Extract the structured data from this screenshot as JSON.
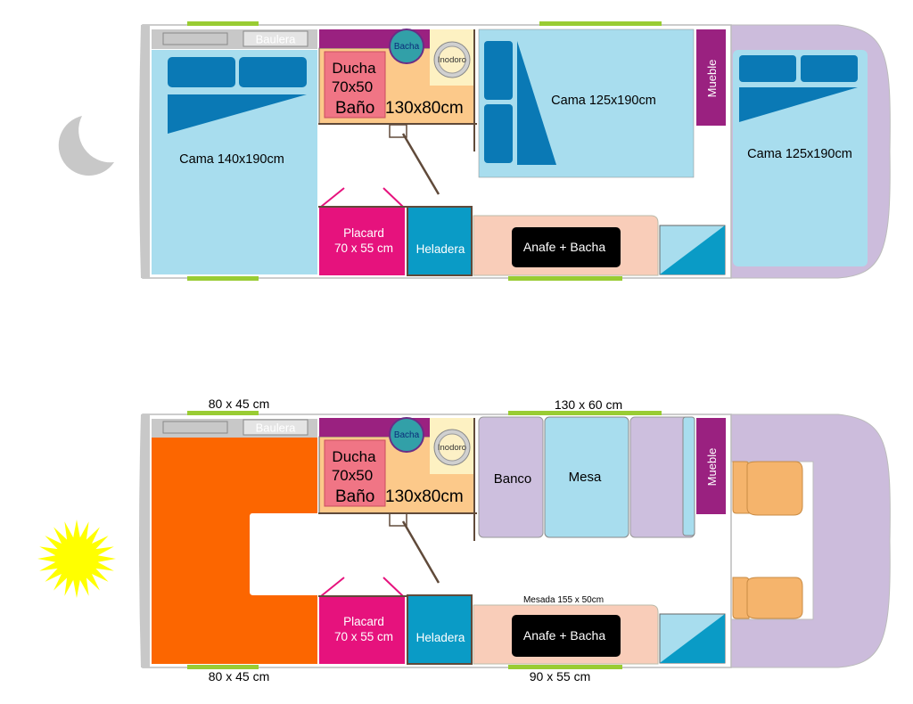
{
  "night_plan": {
    "storage": "Baulera",
    "shower": [
      "Ducha",
      "70x50"
    ],
    "bathroom_label": "Baño",
    "bathroom_size": "130x80cm",
    "sink": "Bacha",
    "toilet": "Inodoro",
    "rear_bed": "Cama 140x190cm",
    "middle_bed": "Cama 125x190cm",
    "front_bed": "Cama 125x190cm",
    "furniture": "Mueble",
    "closet": [
      "Placard",
      "70 x 55 cm"
    ],
    "fridge": "Heladera",
    "cooktop": "Anafe + Bacha"
  },
  "day_plan": {
    "storage": "Baulera",
    "shower": [
      "Ducha",
      "70x50"
    ],
    "bathroom_label": "Baño",
    "bathroom_size": "130x80cm",
    "sink": "Bacha",
    "toilet": "Inodoro",
    "bench": "Banco",
    "table": "Mesa",
    "furniture": "Mueble",
    "closet": [
      "Placard",
      "70 x 55 cm"
    ],
    "fridge": "Heladera",
    "cooktop": "Anafe + Bacha",
    "counter": "Mesada 155 x 50cm",
    "window_rear_top": "80 x 45 cm",
    "window_rear_bottom": "80 x 45 cm",
    "window_mid_top": "130 x 60 cm",
    "window_mid_bottom": "90 x 55 cm"
  },
  "colors": {
    "bed": "#a8ddee",
    "pillow": "#0a79b5",
    "bathroom": "#fcc98a",
    "purple": "#9a2180",
    "shower": "#f07585",
    "closet": "#e6127d",
    "fridge": "#0a9bc6",
    "kitchen": "#f9cdb9",
    "lilac": "#cdbfde",
    "cab": "#ccbcdc",
    "lounge": "#fc6600",
    "window": "#99cc33",
    "seat": "#f5b46c",
    "moon": "#c8c8c8",
    "sun": "#ffff00"
  },
  "icons": {
    "night": "moon-icon",
    "day": "sun-icon"
  }
}
